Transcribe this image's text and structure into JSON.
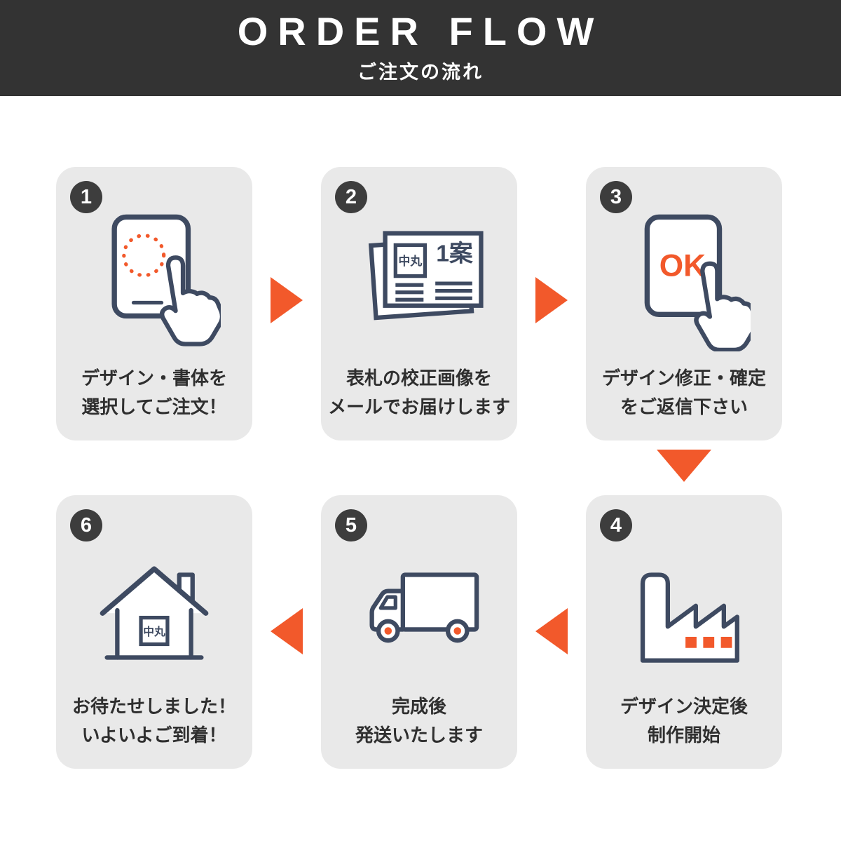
{
  "header": {
    "title": "ORDER FLOW",
    "subtitle": "ご注文の流れ"
  },
  "steps": [
    {
      "number": "1",
      "icon": "smartphone-design-tap",
      "caption_line1": "デザイン・書体を",
      "caption_line2": "選択してご注文！"
    },
    {
      "number": "2",
      "icon": "proof-documents",
      "caption_line1": "表札の校正画像を",
      "caption_line2": "メールでお届けします",
      "labels": {
        "nameplate": "中丸",
        "proposal": "1案"
      }
    },
    {
      "number": "3",
      "icon": "smartphone-ok-tap",
      "caption_line1": "デザイン修正・確定",
      "caption_line2": "をご返信下さい",
      "labels": {
        "ok": "OK"
      }
    },
    {
      "number": "4",
      "icon": "factory",
      "caption_line1": "デザイン決定後",
      "caption_line2": "制作開始"
    },
    {
      "number": "5",
      "icon": "delivery-truck",
      "caption_line1": "完成後",
      "caption_line2": "発送いたします"
    },
    {
      "number": "6",
      "icon": "house-arrival",
      "caption_line1": "お待たせしました！",
      "caption_line2": "いよいよご到着！",
      "labels": {
        "nameplate": "中丸"
      }
    }
  ],
  "flow_arrows": [
    "right",
    "right",
    "down",
    "left",
    "left"
  ],
  "colors": {
    "accent_orange": "#f2592b",
    "icon_navy": "#3e4a61",
    "header_bg": "#333333",
    "card_bg": "#e9e9e9",
    "badge_bg": "#3d3d3d"
  }
}
